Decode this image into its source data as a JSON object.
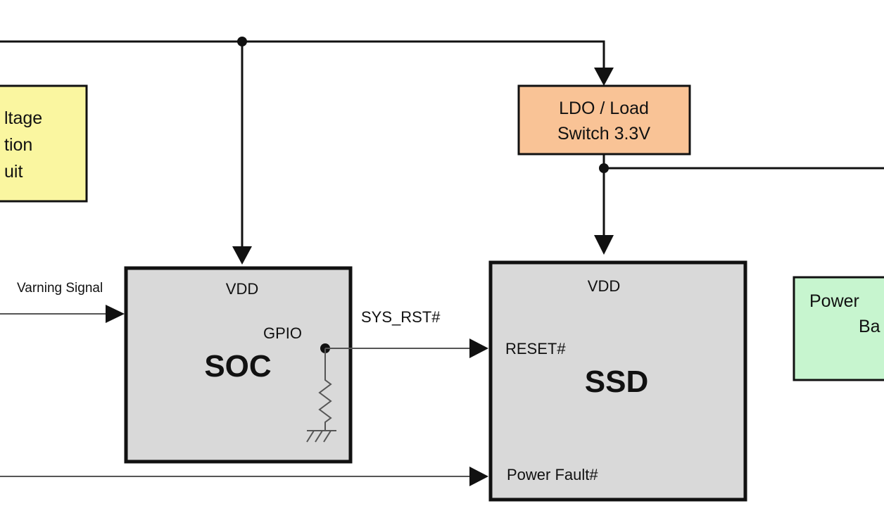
{
  "diagram": {
    "ldo": {
      "line1": "LDO / Load",
      "line2": "Switch 3.3V"
    },
    "voltage_block": {
      "line1": "ltage",
      "line2": "tion",
      "line3": "uit"
    },
    "power_block": {
      "line1": "Power",
      "line2": "Ba"
    },
    "soc": {
      "title": "SOC",
      "vdd": "VDD",
      "gpio": "GPIO"
    },
    "ssd": {
      "title": "SSD",
      "vdd": "VDD",
      "reset": "RESET#",
      "power_fault": "Power Fault#"
    },
    "signals": {
      "warning": "Varning Signal",
      "sys_rst": "SYS_RST#"
    },
    "colors": {
      "ldo_fill": "#F9C396",
      "voltage_fill": "#FAF6A0",
      "power_fill": "#C7F5CF",
      "chip_fill": "#D9D9D9"
    }
  }
}
